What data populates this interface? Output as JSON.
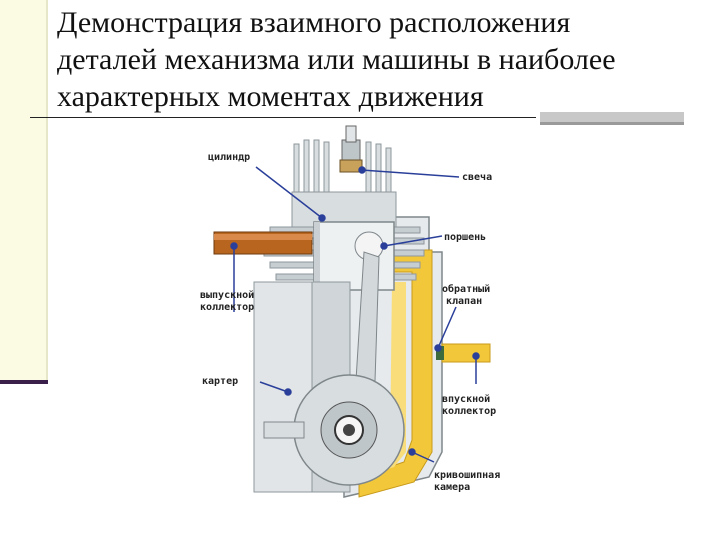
{
  "slide": {
    "title_lines": [
      "Демонстрация взаимного расположения",
      "деталей механизма или машины в наиболее",
      "характерных моментах движения"
    ]
  },
  "diagram": {
    "labels": {
      "cylinder": "цилиндр",
      "spark_plug": "свеча",
      "piston": "поршень",
      "check_valve_1": "обратный",
      "check_valve_2": "клапан",
      "exhaust_1": "выпускной",
      "exhaust_2": "коллектор",
      "crankcase": "картер",
      "intake_1": "впускной",
      "intake_2": "коллектор",
      "crank_chamber_1": "кривошипная",
      "crank_chamber_2": "камера"
    },
    "colors": {
      "metal": "#d8dde0",
      "metal_dark": "#8e979c",
      "fuel_yellow": "#f2c83a",
      "exhaust_pipe": "#b8651f",
      "pointer": "#2a3f9a"
    }
  }
}
